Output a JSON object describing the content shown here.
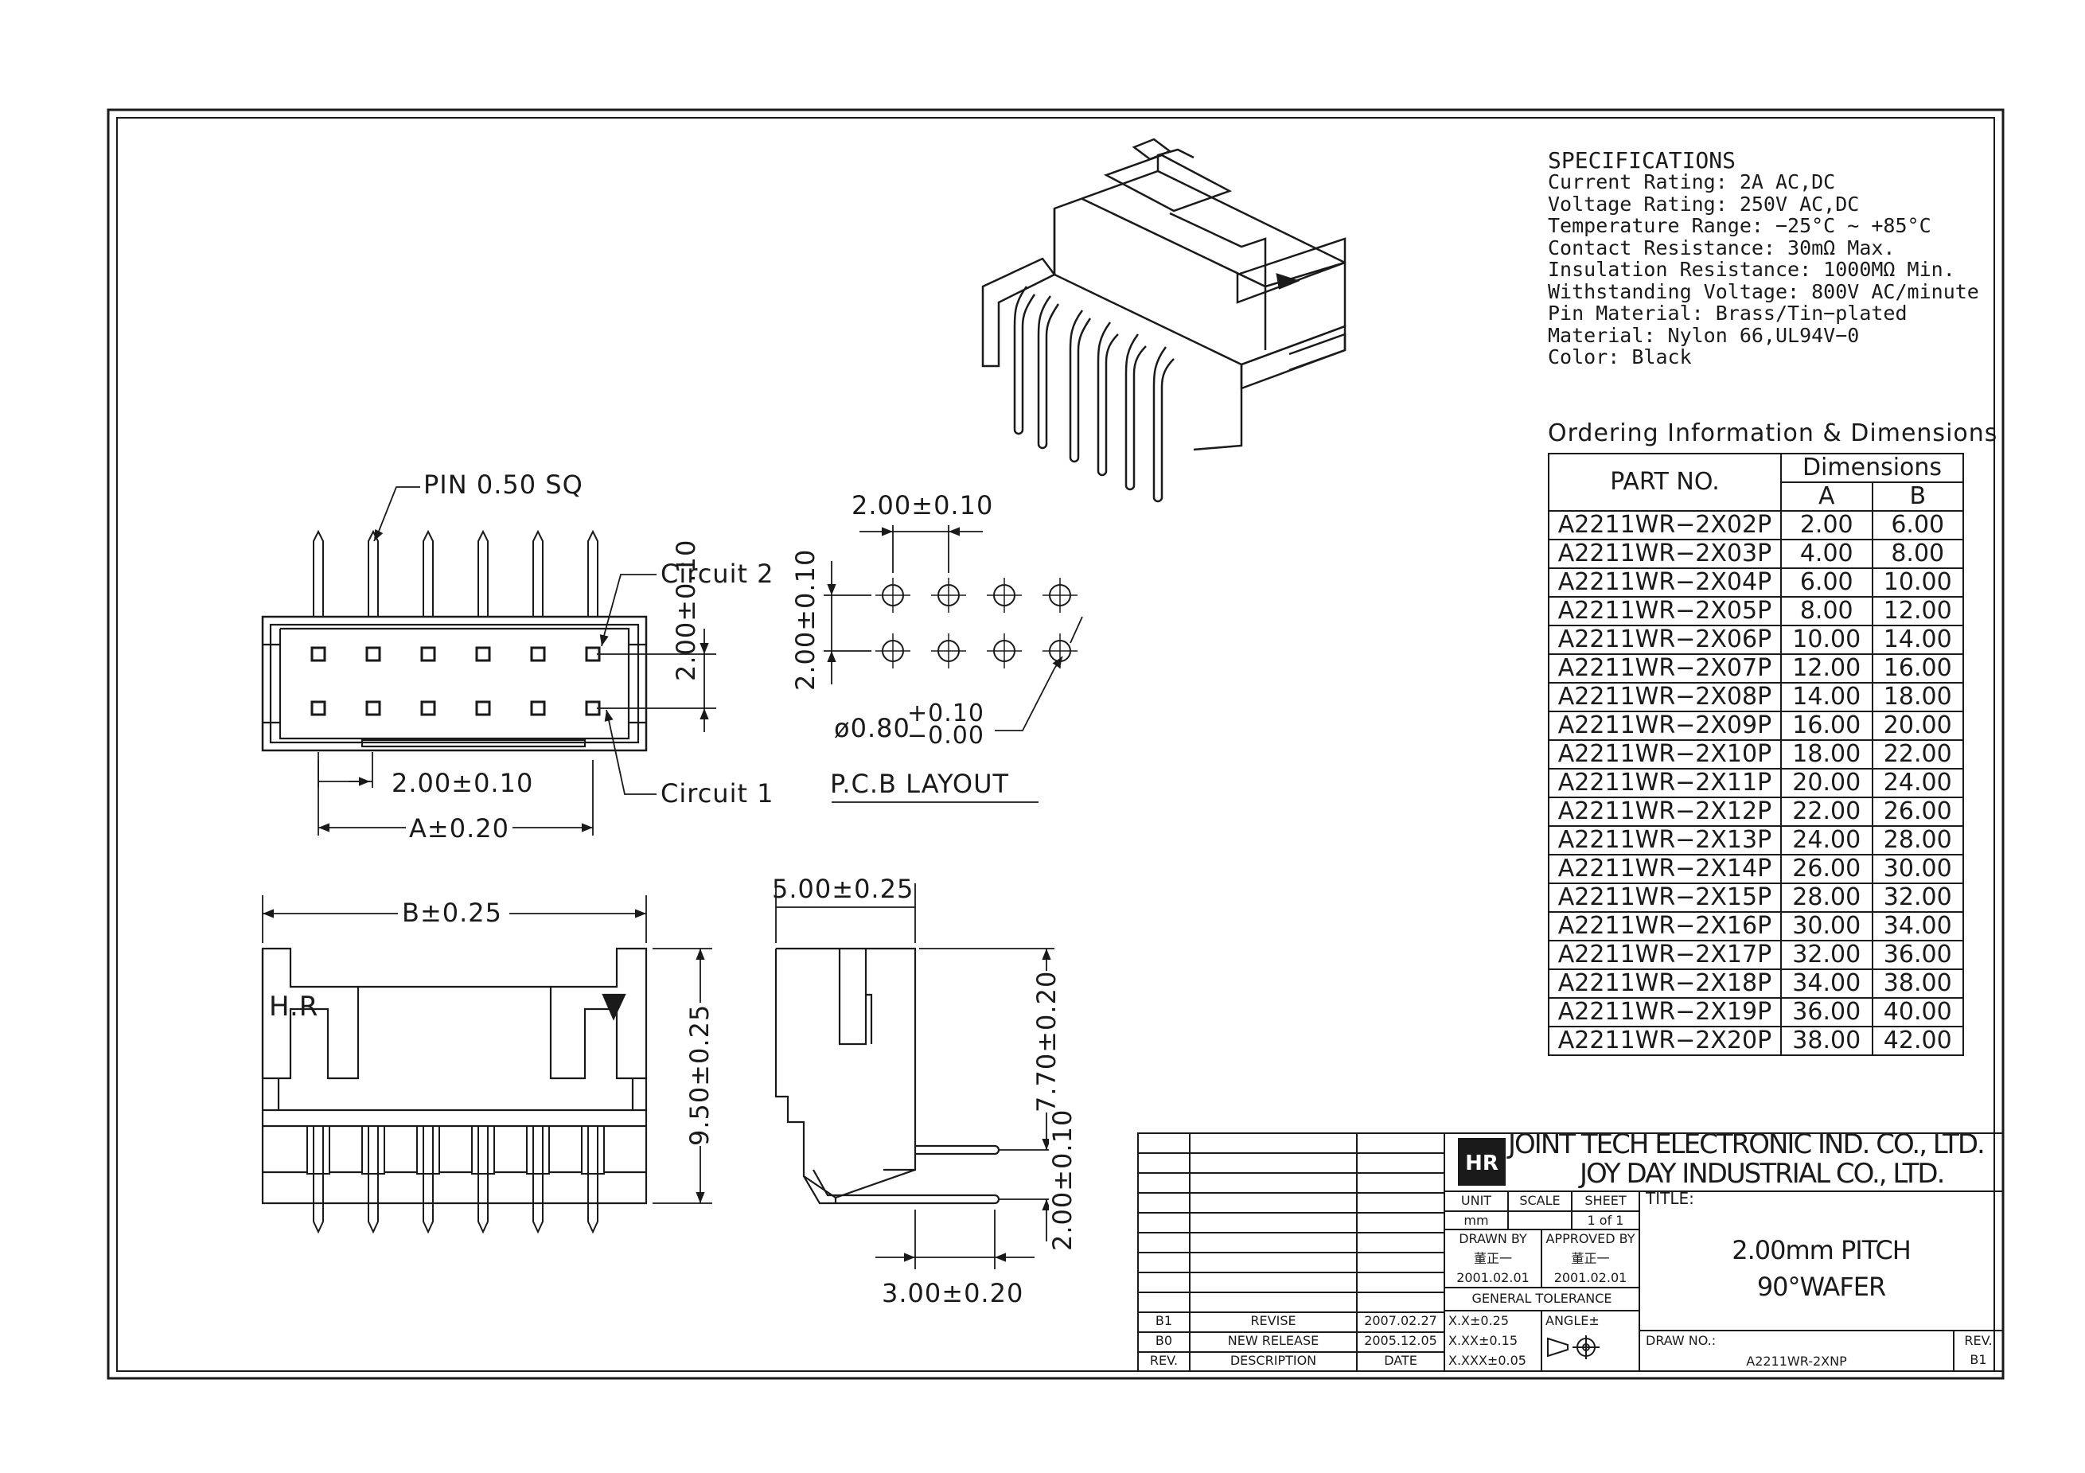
{
  "views": {
    "top": {
      "pin_note": "PIN 0.50 SQ",
      "circuit2": "Circuit 2",
      "circuit1": "Circuit 1",
      "dim_pitch_v": "2.00±0.10",
      "dim_pitch_h": "2.00±0.10",
      "dim_a": "A±0.20"
    },
    "pcb": {
      "dim_top": "2.00±0.10",
      "dim_left": "2.00±0.10",
      "hole": "ø0.80",
      "hole_plus": "+0.10",
      "hole_minus": "−0.00",
      "title": "P.C.B LAYOUT"
    },
    "front": {
      "dim_b": "B±0.25",
      "dim_height": "9.50±0.25",
      "logo_text": "H.R"
    },
    "side": {
      "dim_depth": "5.00±0.25",
      "dim_770": "7.70±0.20",
      "dim_200": "2.00±0.10",
      "dim_300": "3.00±0.20"
    }
  },
  "specifications": {
    "title": "SPECIFICATIONS",
    "lines": [
      "Current Rating: 2A AC,DC",
      "Voltage Rating: 250V AC,DC",
      "Temperature Range: −25°C ~ +85°C",
      "Contact Resistance: 30mΩ Max.",
      "Insulation Resistance: 1000MΩ Min.",
      "Withstanding Voltage: 800V AC/minute",
      "Pin Material: Brass/Tin−plated",
      "Material: Nylon 66,UL94V−0",
      "Color: Black"
    ]
  },
  "ordering": {
    "title": "Ordering Information & Dimensions",
    "col_part": "PART NO.",
    "col_dims": "Dimensions",
    "col_a": "A",
    "col_b": "B",
    "rows": [
      [
        "A2211WR−2X02P",
        "2.00",
        "6.00"
      ],
      [
        "A2211WR−2X03P",
        "4.00",
        "8.00"
      ],
      [
        "A2211WR−2X04P",
        "6.00",
        "10.00"
      ],
      [
        "A2211WR−2X05P",
        "8.00",
        "12.00"
      ],
      [
        "A2211WR−2X06P",
        "10.00",
        "14.00"
      ],
      [
        "A2211WR−2X07P",
        "12.00",
        "16.00"
      ],
      [
        "A2211WR−2X08P",
        "14.00",
        "18.00"
      ],
      [
        "A2211WR−2X09P",
        "16.00",
        "20.00"
      ],
      [
        "A2211WR−2X10P",
        "18.00",
        "22.00"
      ],
      [
        "A2211WR−2X11P",
        "20.00",
        "24.00"
      ],
      [
        "A2211WR−2X12P",
        "22.00",
        "26.00"
      ],
      [
        "A2211WR−2X13P",
        "24.00",
        "28.00"
      ],
      [
        "A2211WR−2X14P",
        "26.00",
        "30.00"
      ],
      [
        "A2211WR−2X15P",
        "28.00",
        "32.00"
      ],
      [
        "A2211WR−2X16P",
        "30.00",
        "34.00"
      ],
      [
        "A2211WR−2X17P",
        "32.00",
        "36.00"
      ],
      [
        "A2211WR−2X18P",
        "34.00",
        "38.00"
      ],
      [
        "A2211WR−2X19P",
        "36.00",
        "40.00"
      ],
      [
        "A2211WR−2X20P",
        "38.00",
        "42.00"
      ]
    ]
  },
  "title_block": {
    "company1": "JOINT TECH ELECTRONIC IND. CO., LTD.",
    "company2": "JOY DAY INDUSTRIAL CO., LTD.",
    "unit_label": "UNIT",
    "unit_value": "mm",
    "scale_label": "SCALE",
    "sheet_label": "SHEET",
    "sheet_value": "1 of 1",
    "title_label": "TITLE:",
    "title_line1": "2.00mm PITCH",
    "title_line2": "90°WAFER",
    "drawn_by_label": "DRAWN BY",
    "approved_by_label": "APPROVED BY",
    "drawn_by_name": "董正一",
    "approved_by_name": "董正一",
    "drawn_date": "2001.02.01",
    "approved_date": "2001.02.01",
    "general_tolerance": "GENERAL TOLERANCE",
    "tol1": "X.X±0.25",
    "tol2": "X.XX±0.15",
    "tol3": "X.XXX±0.05",
    "angle_label": "ANGLE±",
    "drawing_no_label": "DRAW NO.:",
    "drawing_no": "A2211WR-2XNP",
    "rev_label": "REV.",
    "rev_value": "B1",
    "revisions": [
      {
        "rev": "B1",
        "desc": "REVISE",
        "date": "2007.02.27"
      },
      {
        "rev": "B0",
        "desc": "NEW RELEASE",
        "date": "2005.12.05"
      }
    ],
    "rev_header": {
      "rev": "REV.",
      "desc": "DESCRIPTION",
      "date": "DATE"
    }
  }
}
